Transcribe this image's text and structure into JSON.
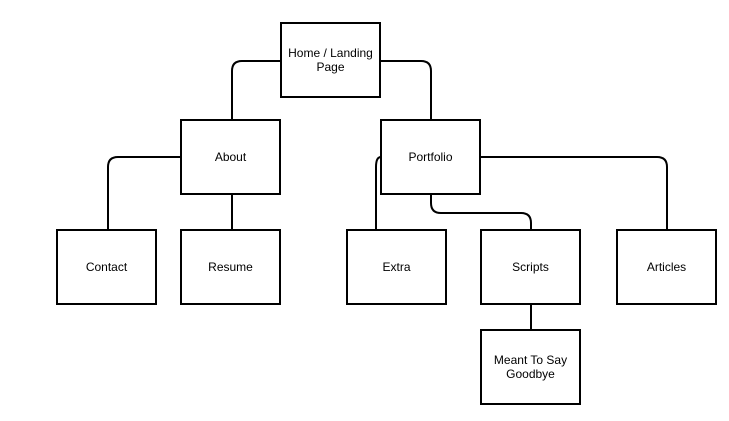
{
  "diagram": {
    "nodes": {
      "home": "Home / Landing Page",
      "about": "About",
      "portfolio": "Portfolio",
      "contact": "Contact",
      "resume": "Resume",
      "extra": "Extra",
      "scripts": "Scripts",
      "articles": "Articles",
      "goodbye": "Meant To Say Goodbye"
    },
    "edges": [
      [
        "home",
        "about"
      ],
      [
        "home",
        "portfolio"
      ],
      [
        "about",
        "contact"
      ],
      [
        "about",
        "resume"
      ],
      [
        "portfolio",
        "extra"
      ],
      [
        "portfolio",
        "scripts"
      ],
      [
        "portfolio",
        "articles"
      ],
      [
        "scripts",
        "goodbye"
      ]
    ],
    "colors": {
      "line": "#000000",
      "box_border": "#000000",
      "box_fill": "#ffffff",
      "background": "#ffffff"
    }
  }
}
